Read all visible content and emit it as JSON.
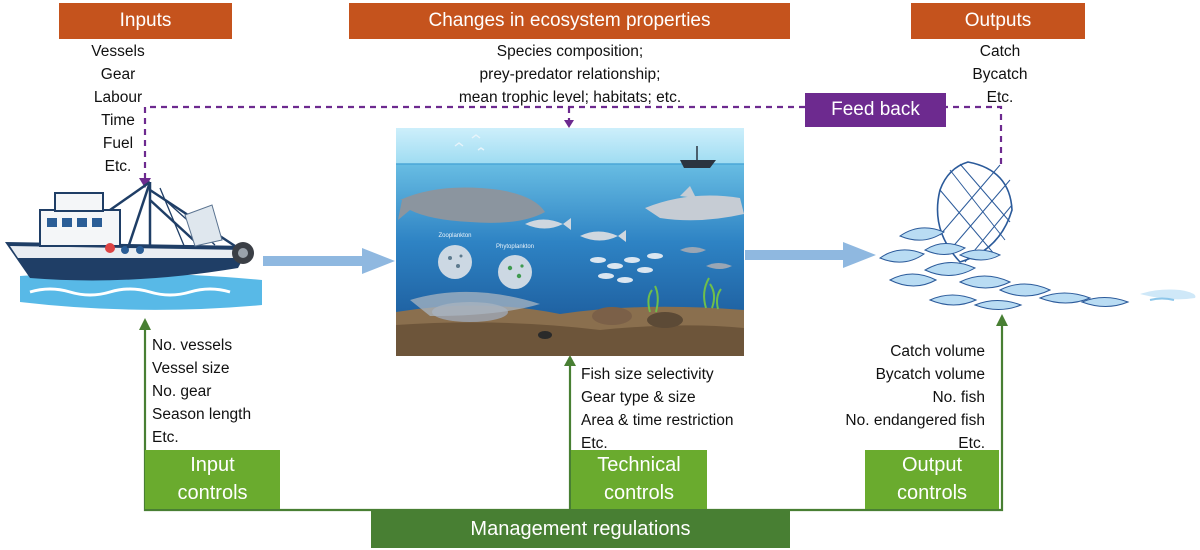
{
  "headers": {
    "inputs": "Inputs",
    "changes": "Changes in ecosystem properties",
    "outputs": "Outputs"
  },
  "inputs_list": [
    "Vessels",
    "Gear",
    "Labour",
    "Time",
    "Fuel",
    "Etc."
  ],
  "changes_list": [
    "Species composition;",
    "prey-predator relationship;",
    "mean trophic level; habitats; etc."
  ],
  "outputs_list": [
    "Catch",
    "Bycatch",
    "Etc."
  ],
  "feedback_label": "Feed back",
  "ecosystem_labels": {
    "zooplankton": "Zooplankton",
    "phytoplankton": "Phytoplankton"
  },
  "input_controls_list": [
    "No. vessels",
    "Vessel size",
    "No. gear",
    "Season length",
    "Etc."
  ],
  "technical_controls_list": [
    "Fish size selectivity",
    "Gear type & size",
    "Area & time restriction",
    "Etc."
  ],
  "output_controls_list": [
    "Catch volume",
    "Bycatch volume",
    "No. fish",
    "No. endangered fish",
    "Etc."
  ],
  "control_boxes": {
    "input": [
      "Input",
      "controls"
    ],
    "technical": [
      "Technical",
      "controls"
    ],
    "output": [
      "Output",
      "controls"
    ]
  },
  "management_label": "Management regulations",
  "colors": {
    "orange": "#c5531d",
    "green": "#6aab2e",
    "dark_green": "#487f33",
    "purple": "#6d2a8f",
    "flow_arrow": "#8fb8e0"
  }
}
